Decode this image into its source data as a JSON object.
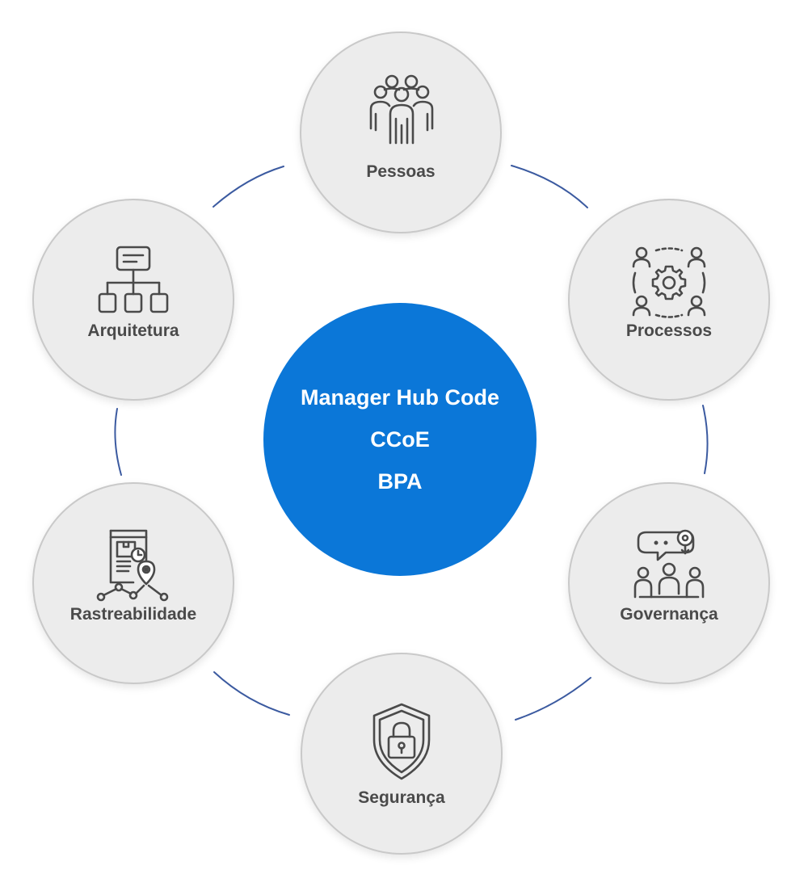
{
  "center": {
    "lines": [
      "Manager Hub Code",
      "CCoE",
      "BPA"
    ]
  },
  "nodes": [
    {
      "id": "pessoas",
      "label": "Pessoas",
      "icon": "people-group-icon"
    },
    {
      "id": "processos",
      "label": "Processos",
      "icon": "people-gear-cycle-icon"
    },
    {
      "id": "governanca",
      "label": "Governança",
      "icon": "meeting-discussion-icon"
    },
    {
      "id": "seguranca",
      "label": "Segurança",
      "icon": "shield-lock-icon"
    },
    {
      "id": "rastreabilidade",
      "label": "Rastreabilidade",
      "icon": "tracking-location-icon"
    },
    {
      "id": "arquitetura",
      "label": "Arquitetura",
      "icon": "hierarchy-structure-icon"
    }
  ],
  "colors": {
    "center_fill": "#0b77d8",
    "node_fill": "#ececec",
    "node_border": "#c9c9c9",
    "connector": "#3b5aa0",
    "icon_stroke": "#4a4a4a",
    "label_text": "#4a4a4a",
    "center_text": "#ffffff"
  }
}
